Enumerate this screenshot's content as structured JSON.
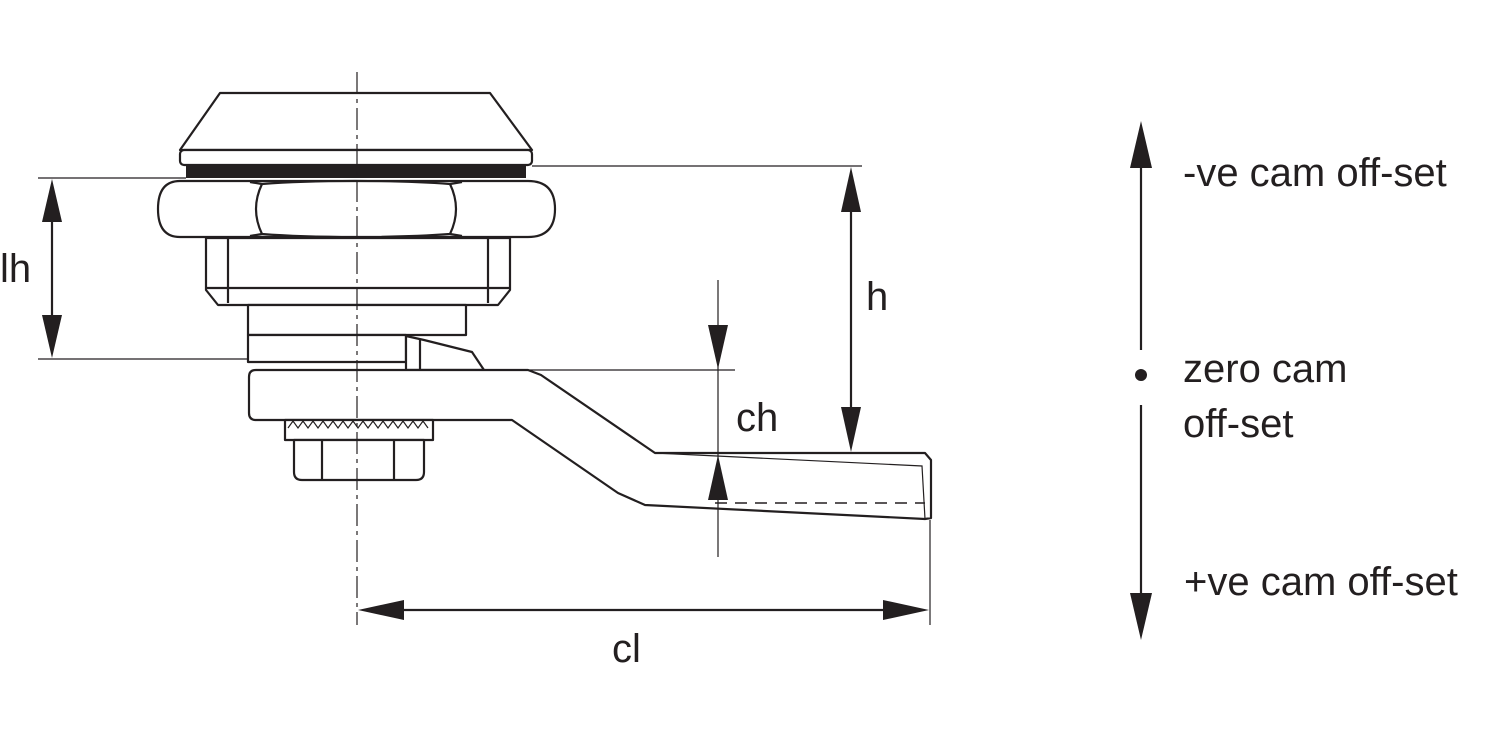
{
  "labels": {
    "lh": "lh",
    "h": "h",
    "ch": "ch",
    "cl": "cl",
    "neg_offset": "-ve cam off-set",
    "zero_offset_line1": "zero cam",
    "zero_offset_line2": "off-set",
    "pos_offset": "+ve cam off-set"
  }
}
